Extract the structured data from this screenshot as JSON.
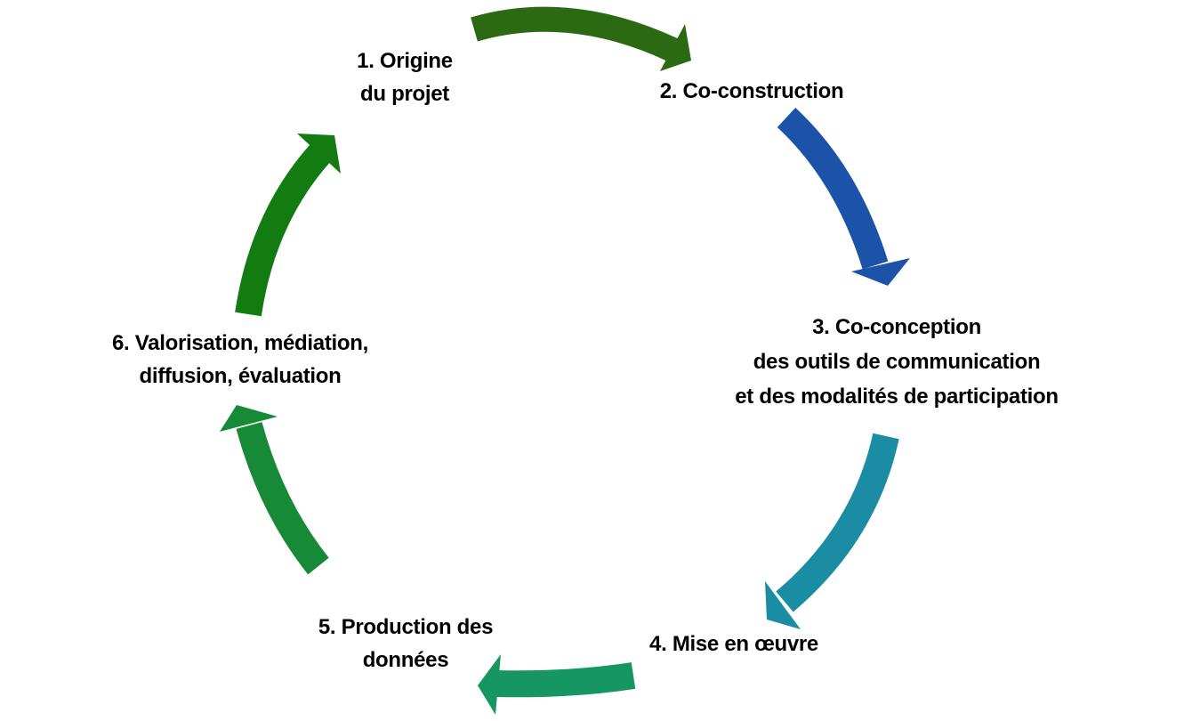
{
  "steps": [
    {
      "lines": [
        "1. Origine",
        "du projet"
      ],
      "arrow_color": "#2b6a12"
    },
    {
      "lines": [
        "2. Co-construction"
      ],
      "arrow_color": "#1c52a8"
    },
    {
      "lines": [
        "3. Co-conception",
        "des outils de communication",
        "et des modalités de participation"
      ],
      "arrow_color": "#1a8ca3"
    },
    {
      "lines": [
        "4. Mise en œuvre"
      ],
      "arrow_color": "#169662"
    },
    {
      "lines": [
        "5. Production des",
        "données"
      ],
      "arrow_color": "#178a38"
    },
    {
      "lines": [
        "6. Valorisation, médiation,",
        "diffusion, évaluation"
      ],
      "arrow_color": "#127c13"
    }
  ]
}
